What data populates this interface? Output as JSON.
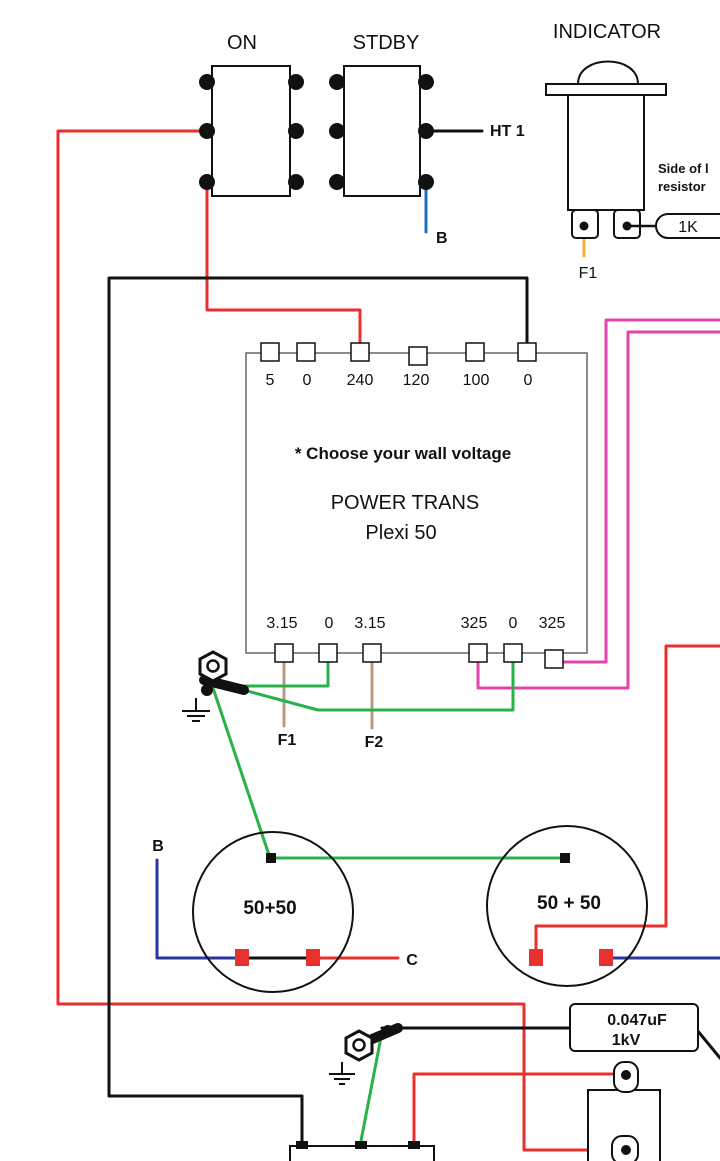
{
  "switches": {
    "on_label": "ON",
    "stdby_label": "STDBY",
    "ht1_label": "HT 1",
    "b_label": "B"
  },
  "indicator": {
    "label": "INDICATOR",
    "side_note_line1": "Side of l",
    "side_note_line2": "resistor",
    "resistor_value": "1K",
    "f1_label": "F1"
  },
  "transformer": {
    "title": "POWER TRANS",
    "model": "Plexi 50",
    "note": "* Choose your wall voltage",
    "primary_taps": [
      "5",
      "0",
      "240",
      "120",
      "100",
      "0"
    ],
    "secondary_taps": [
      "3.15",
      "0",
      "3.15",
      "325",
      "0",
      "325"
    ],
    "f1_label": "F1",
    "f2_label": "F2"
  },
  "capacitors": {
    "left_label": "50+50",
    "right_label": "50 + 50",
    "b_label": "B",
    "c_label": "C"
  },
  "cap_film": {
    "value_line1": "0.047uF",
    "value_line2": "1kV"
  },
  "colors": {
    "red": "#e8302e",
    "black": "#111111",
    "blue": "#1f6fc0",
    "navy": "#2a35a0",
    "yellow": "#f2b233",
    "green": "#27b24a",
    "pink": "#e544a8",
    "tan": "#b89a82"
  }
}
